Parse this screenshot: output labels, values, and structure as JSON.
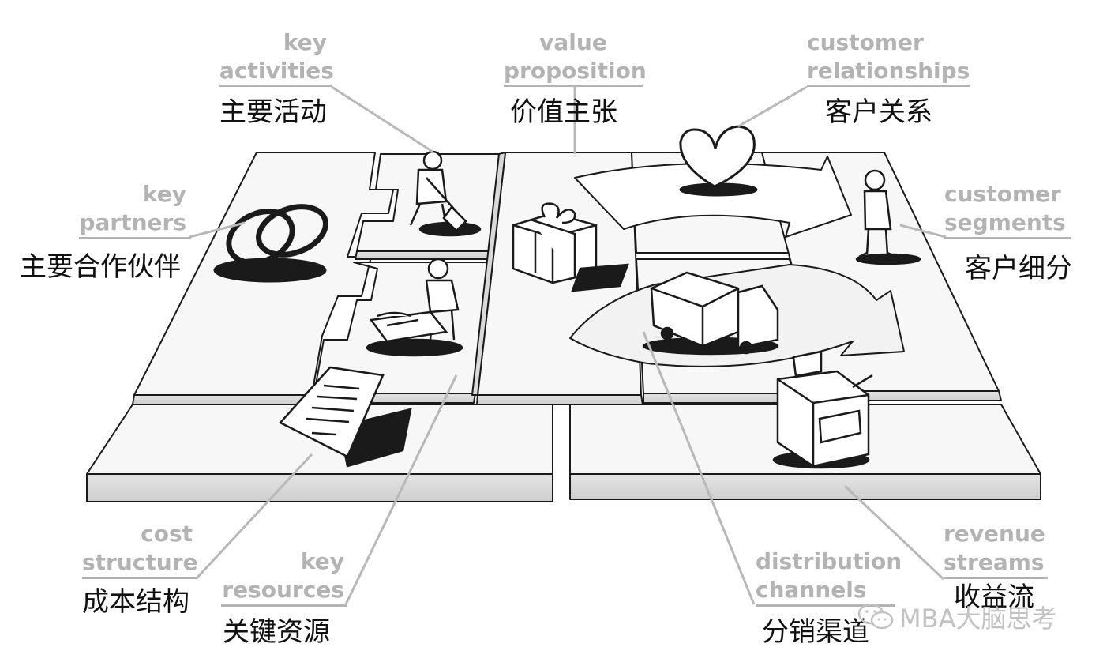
{
  "blocks": {
    "key_activities": {
      "en_line1": "key",
      "en_line2": "activities",
      "zh": "主要活动"
    },
    "value_proposition": {
      "en_line1": "value",
      "en_line2": "proposition",
      "zh": "价值主张"
    },
    "customer_relationships": {
      "en_line1": "customer",
      "en_line2": "relationships",
      "zh": "客户关系"
    },
    "key_partners": {
      "en_line1": "key",
      "en_line2": "partners",
      "zh": "主要合作伙伴"
    },
    "customer_segments": {
      "en_line1": "customer",
      "en_line2": "segments",
      "zh": "客户细分"
    },
    "cost_structure": {
      "en_line1": "cost",
      "en_line2": "structure",
      "zh": "成本结构"
    },
    "key_resources": {
      "en_line1": "key",
      "en_line2": "resources",
      "zh": "关键资源"
    },
    "distribution_channels": {
      "en_line1": "distribution",
      "en_line2": "channels",
      "zh": "分销渠道"
    },
    "revenue_streams": {
      "en_line1": "revenue",
      "en_line2": "streams",
      "zh": "收益流"
    }
  },
  "watermark": {
    "text": "MBA大脑思考",
    "icon": "wechat-icon"
  },
  "colors": {
    "label_gray": "#b3b3b3",
    "label_black": "#111111",
    "line_gray": "#b8b8b8",
    "ink": "#1a1a1a"
  }
}
